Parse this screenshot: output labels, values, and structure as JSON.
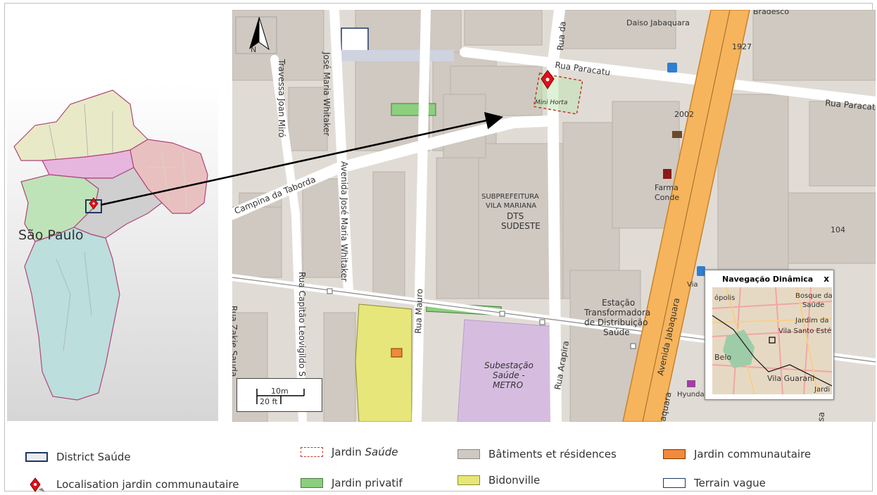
{
  "inset": {
    "city_label": "São Paulo"
  },
  "map": {
    "north_label": "N",
    "streets": {
      "jose_maria_whitaker_top": "José Maria Whitaker",
      "travessa_joan_miro": "Travessa Joan Miró",
      "avenida_jose_maria_whitaker": "Avenida José Maria Whitaker",
      "campina_da_taborda": "Campina da Taborda",
      "rua_capitao": "Rua Capitão Leovigildo S",
      "rua_zakie": "Rua Zakie Sauda",
      "rua_mauro": "Rua Mauro",
      "rua_da": "Rua da",
      "rua_paracatu": "Rua Paracatu",
      "rua_paracatu_right": "Rua Paracatu",
      "rua_arapira": "Rua Arapira",
      "avenida_jabaquara": "Avenida Jabaquara",
      "avenida_jabaquara_bottom": "aquara",
      "rua_sa": "sa"
    },
    "places": {
      "daiso": "Daiso Jabaquara",
      "bradesco": "Bradesco",
      "mini_horta": "Mini Horta",
      "subprefeitura_1": "SUBPREFEITURA",
      "subprefeitura_2": "VILA MARIANA",
      "dts_1": "DTS",
      "dts_2": "SUDESTE",
      "estacao_1": "Estação",
      "estacao_2": "Transformadora",
      "estacao_3": "de Distribuição",
      "estacao_4": "Saúde",
      "subestacao_1": "Subestação",
      "subestacao_2": "Saúde -",
      "subestacao_3": "METRO",
      "farma_1": "Farma",
      "farma_2": "Conde",
      "hyundai": "Hyunda",
      "via": "Via"
    },
    "numbers": {
      "n1927": "1927",
      "n2002": "2002",
      "n104": "104"
    },
    "scale": {
      "metric": "10m",
      "imperial": "20 ft"
    },
    "nav": {
      "title": "Navegação Dinâmica",
      "close": "x",
      "labels": {
        "opolis": "ópolis",
        "bosque": "Bosque da",
        "saude": "Saúde",
        "jardim_da": "Jardim da",
        "vila_santo": "Vila Santo Esté",
        "belo": "Belo",
        "vila_guarani": "Vila Guarani",
        "jardi": "Jardi"
      }
    }
  },
  "legend": {
    "district": "District Saúde",
    "location": "Localisation jardin communautaire",
    "jardin_prefix": "Jardin ",
    "jardin_italic": "Saúde",
    "private": "Jardin privatif",
    "buildings": "Bâtiments et résidences",
    "slum": "Bidonville",
    "community": "Jardin communautaire",
    "vacant": "Terrain vague"
  },
  "colors": {
    "district_border": "#1f3864",
    "marker": "#e0101a",
    "private_garden": "#8ccf7e",
    "slum": "#e6e67a",
    "community_garden": "#f08a3c",
    "buildings": "#cfc9c2",
    "substation": "#d6bde0",
    "avenue": "#f6b45c"
  }
}
